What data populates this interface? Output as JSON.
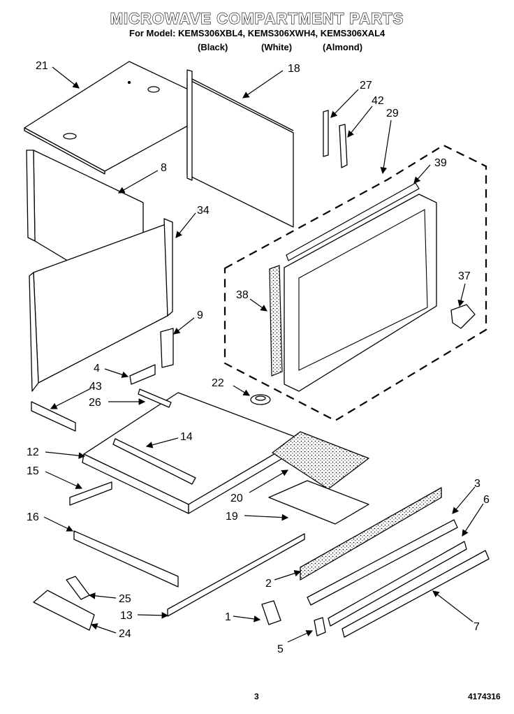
{
  "header": {
    "title": "MICROWAVE COMPARTMENT PARTS",
    "models": "For Model: KEMS306XBL4, KEMS306XWH4, KEMS306XAL4",
    "colors": [
      "(Black)",
      "(White)",
      "(Almond)"
    ]
  },
  "callouts": [
    {
      "id": "21",
      "name": "part-21-label"
    },
    {
      "id": "18",
      "name": "part-18-label"
    },
    {
      "id": "27",
      "name": "part-27-label"
    },
    {
      "id": "42",
      "name": "part-42-label"
    },
    {
      "id": "29",
      "name": "part-29-label"
    },
    {
      "id": "39",
      "name": "part-39-label"
    },
    {
      "id": "8",
      "name": "part-8-label"
    },
    {
      "id": "34",
      "name": "part-34-label"
    },
    {
      "id": "38",
      "name": "part-38-label"
    },
    {
      "id": "37",
      "name": "part-37-label"
    },
    {
      "id": "9",
      "name": "part-9-label"
    },
    {
      "id": "4",
      "name": "part-4-label"
    },
    {
      "id": "22",
      "name": "part-22-label"
    },
    {
      "id": "43",
      "name": "part-43-label"
    },
    {
      "id": "26",
      "name": "part-26-label"
    },
    {
      "id": "12",
      "name": "part-12-label"
    },
    {
      "id": "14",
      "name": "part-14-label"
    },
    {
      "id": "15",
      "name": "part-15-label"
    },
    {
      "id": "20",
      "name": "part-20-label"
    },
    {
      "id": "3",
      "name": "part-3-label"
    },
    {
      "id": "6",
      "name": "part-6-label"
    },
    {
      "id": "16",
      "name": "part-16-label"
    },
    {
      "id": "19",
      "name": "part-19-label"
    },
    {
      "id": "2",
      "name": "part-2-label"
    },
    {
      "id": "25",
      "name": "part-25-label"
    },
    {
      "id": "13",
      "name": "part-13-label"
    },
    {
      "id": "1",
      "name": "part-1-label"
    },
    {
      "id": "7",
      "name": "part-7-label"
    },
    {
      "id": "24",
      "name": "part-24-label"
    },
    {
      "id": "5",
      "name": "part-5-label"
    }
  ],
  "footer": {
    "page": "3",
    "doc_number": "4174316"
  }
}
